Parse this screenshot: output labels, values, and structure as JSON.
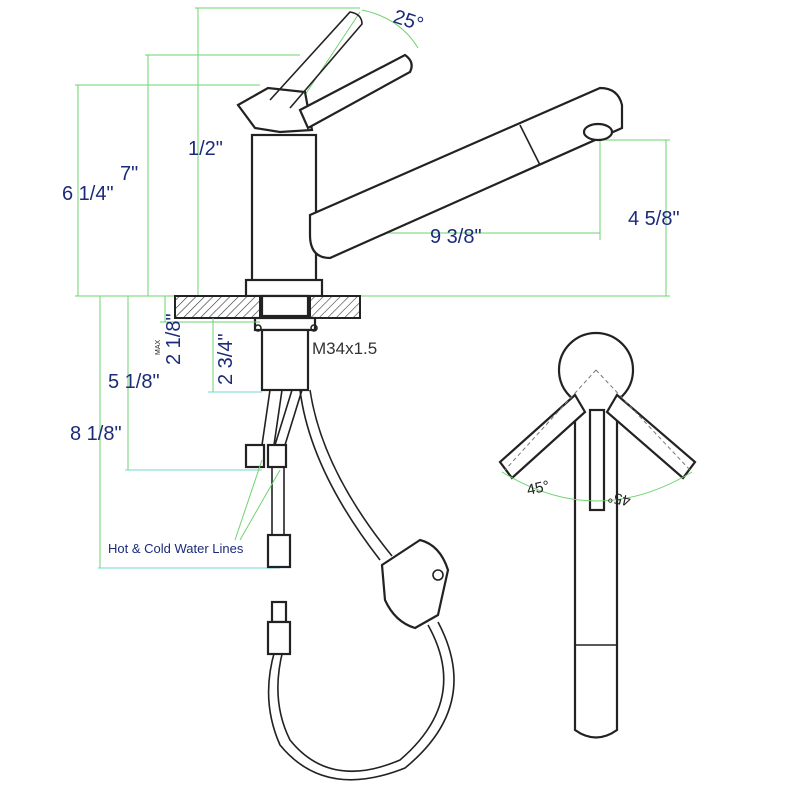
{
  "dimensions": {
    "angle_handle": "25°",
    "spout_reach_half": "1/2\"",
    "height_total": "7\"",
    "height_base": "6 1/4\"",
    "spout_reach": "9 3/8\"",
    "spout_height": "4 5/8\"",
    "deck_thickness": "2 1/8\"",
    "deck_max_label": "MAX",
    "shank_length": "2 3/4\"",
    "thread_spec": "M34x1.5",
    "supply_length_short": "5 1/8\"",
    "supply_length_long": "8 1/8\""
  },
  "callouts": {
    "water_lines": "Hot & Cold Water Lines"
  },
  "top_view": {
    "angle_left": "45°",
    "angle_right": "45°"
  },
  "colors": {
    "dimension_text": "#1c2a7a",
    "dimension_line_green": "#6fd36f",
    "dimension_line_cyan": "#6fd6d6",
    "outline": "#222222"
  }
}
